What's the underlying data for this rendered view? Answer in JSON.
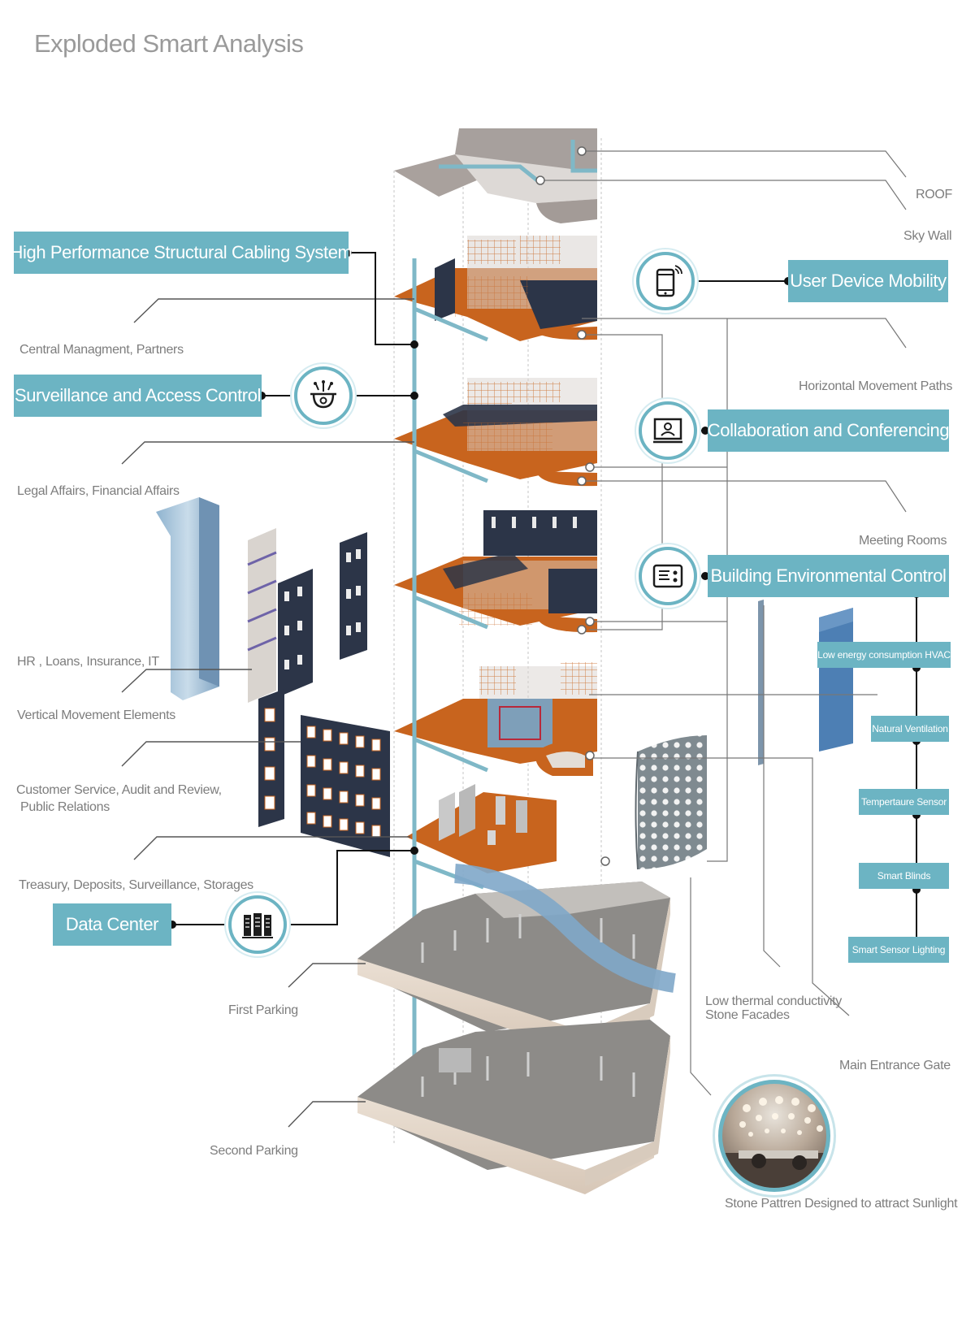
{
  "title": "Exploded Smart Analysis",
  "colors": {
    "accent": "#6cb4c3",
    "orange": "#c8641e",
    "navy": "#2c3548",
    "line": "#333333",
    "label": "#7d7d7d"
  },
  "floor_labels": {
    "roof": "ROOF",
    "sky_wall": "Sky Wall",
    "central": "Central Managment, Partners",
    "horizontal": "Horizontal Movement Paths",
    "legal": "Legal Affairs, Financial Affairs",
    "meeting": "Meeting Rooms",
    "hr": "HR , Loans, Insurance, IT",
    "vertical": "Vertical Movement Elements",
    "customer_line1": "Customer Service, Audit and Review,",
    "customer_line2": "Public Relations",
    "treasury": "Treasury, Deposits, Surveillance, Storages",
    "first_parking": "First Parking",
    "second_parking": "Second Parking",
    "thermal_line1": "Low thermal conductivity",
    "thermal_line2": "Stone Facades",
    "main_gate": "Main Entrance Gate",
    "stone_pattern": "Stone Pattren Designed to attract Sunlight"
  },
  "systems": {
    "cabling": "High Performance Structural Cabling System",
    "surveillance": "Surveillance and Access Control",
    "mobility": "User Device Mobility",
    "collaboration": "Collaboration and Conferencing",
    "environment": "Building Environmental Control",
    "data_center": "Data Center"
  },
  "environment_items": [
    "Low energy consumption HVAC",
    "Natural Ventilation",
    "Tempertaure Sensor",
    "Smart Blinds",
    "Smart Sensor Lighting"
  ],
  "icons": {
    "surveillance": "security-camera-icon",
    "mobility": "smartphone-icon",
    "collaboration": "video-conference-icon",
    "environment": "control-panel-icon",
    "data_center": "server-rack-icon"
  }
}
